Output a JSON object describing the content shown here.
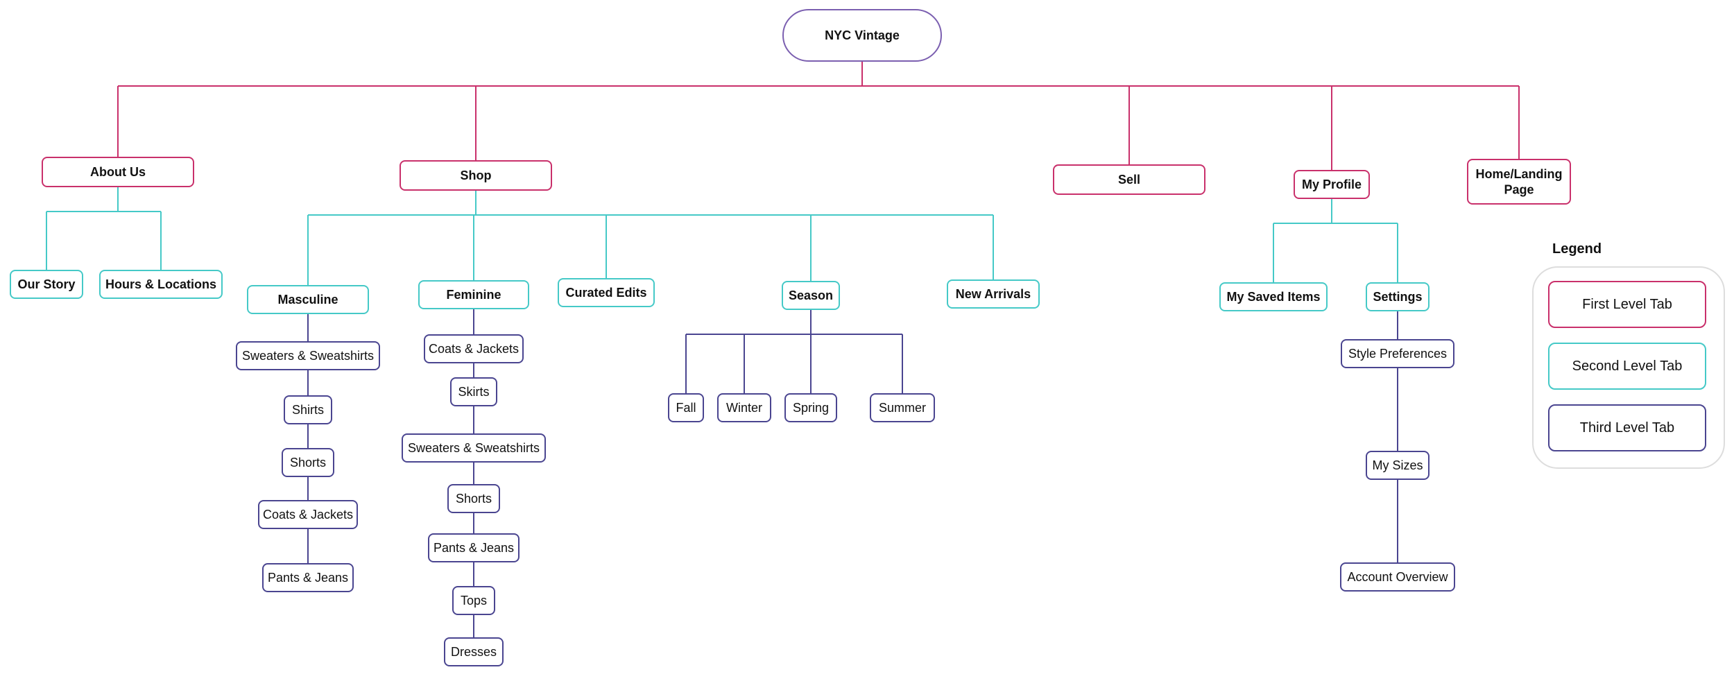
{
  "colors": {
    "root_border": "#7b5fb0",
    "first_level": "#c9306b",
    "second_level": "#45c9c7",
    "third_level": "#4a4590",
    "legend_frame": "#dddddd",
    "text": "#111111"
  },
  "root": {
    "label": "NYC Vintage"
  },
  "first_level": {
    "about_us": "About Us",
    "shop": "Shop",
    "sell": "Sell",
    "my_profile": "My Profile",
    "home_landing": [
      "Home/Landing",
      "Page"
    ]
  },
  "second_level": {
    "our_story": "Our Story",
    "hours_locations": "Hours & Locations",
    "masculine": "Masculine",
    "feminine": "Feminine",
    "curated_edits": "Curated Edits",
    "season": "Season",
    "new_arrivals": "New Arrivals",
    "my_saved_items": "My Saved Items",
    "settings": "Settings"
  },
  "third_level": {
    "masculine": [
      "Sweaters & Sweatshirts",
      "Shirts",
      "Shorts",
      "Coats & Jackets",
      "Pants & Jeans"
    ],
    "feminine": [
      "Coats & Jackets",
      "Skirts",
      "Sweaters & Sweatshirts",
      "Shorts",
      "Pants & Jeans",
      "Tops",
      "Dresses"
    ],
    "season": [
      "Fall",
      "Winter",
      "Spring",
      "Summer"
    ],
    "settings": [
      "Style Preferences",
      "My Sizes",
      "Account Overview"
    ]
  },
  "legend": {
    "title": "Legend",
    "items": [
      "First Level Tab",
      "Second Level Tab",
      "Third Level Tab"
    ]
  }
}
